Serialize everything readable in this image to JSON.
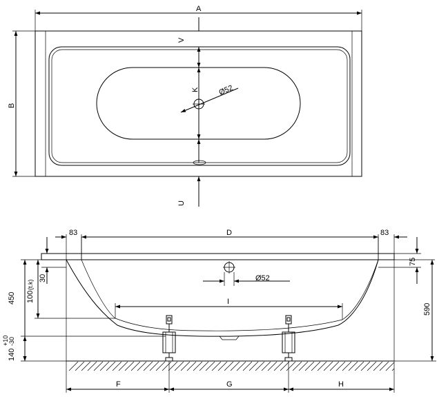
{
  "top_view": {
    "dim_A": "A",
    "dim_B": "B",
    "dim_V": "V",
    "dim_K": "K",
    "dim_U": "U",
    "drain_diameter": "Ø52"
  },
  "side_view": {
    "dim_83_left": "83",
    "dim_83_right": "83",
    "dim_D": "D",
    "dim_75": "75",
    "dim_30": "30",
    "dim_450": "450",
    "dim_100": "100",
    "dim_100_note": "(t.k)",
    "dim_590": "590",
    "dim_I": "I",
    "overflow_diameter": "Ø52",
    "dim_140": "140",
    "dim_140_tol_plus": "+10",
    "dim_140_tol_minus": "-30",
    "dim_F": "F",
    "dim_G": "G",
    "dim_H": "H"
  }
}
